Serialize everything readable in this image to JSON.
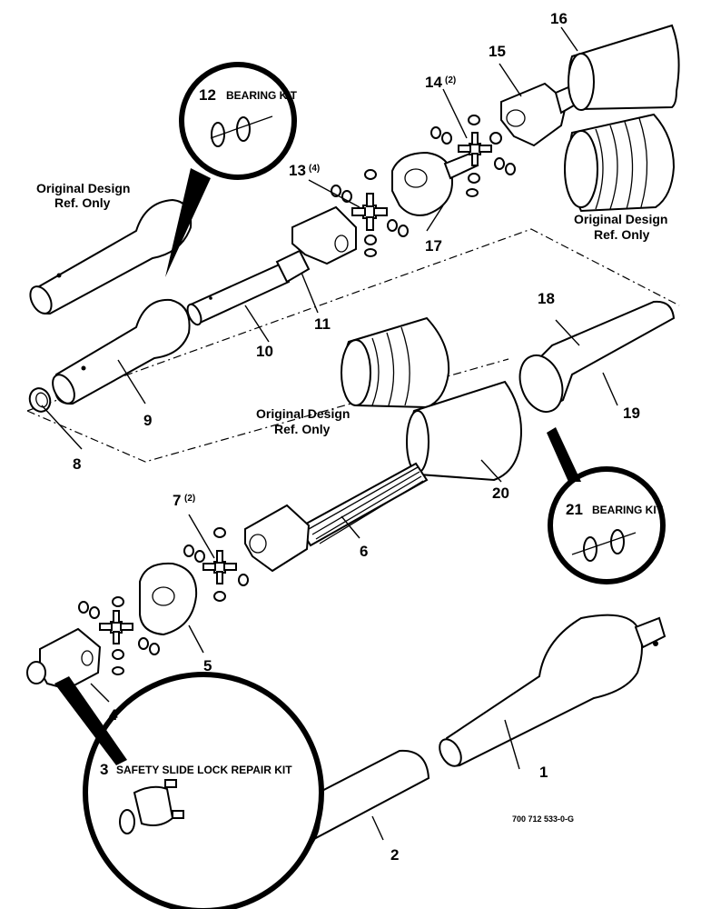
{
  "labels": {
    "p1": "1",
    "p2": "2",
    "p3": "3",
    "p4": "4",
    "p5": "5",
    "p6": "6",
    "p7": "7",
    "p7_qty": "(2)",
    "p8": "8",
    "p9": "9",
    "p10": "10",
    "p11": "11",
    "p12": "12",
    "p13": "13",
    "p13_qty": "(4)",
    "p14": "14",
    "p14_qty": "(2)",
    "p15": "15",
    "p16": "16",
    "p17": "17",
    "p18": "18",
    "p19": "19",
    "p20": "20",
    "p21": "21"
  },
  "kits": {
    "k12": "BEARING KIT",
    "k21": "BEARING KIT",
    "k3": "SAFETY SLIDE LOCK REPAIR KIT"
  },
  "notes": {
    "orig_a_line1": "Original Design",
    "orig_a_line2": "Ref. Only",
    "orig_b_line1": "Original Design",
    "orig_b_line2": "Ref. Only",
    "orig_c_line1": "Original Design",
    "orig_c_line2": "Ref. Only"
  },
  "drawing_code": "700 712 533-0-G"
}
